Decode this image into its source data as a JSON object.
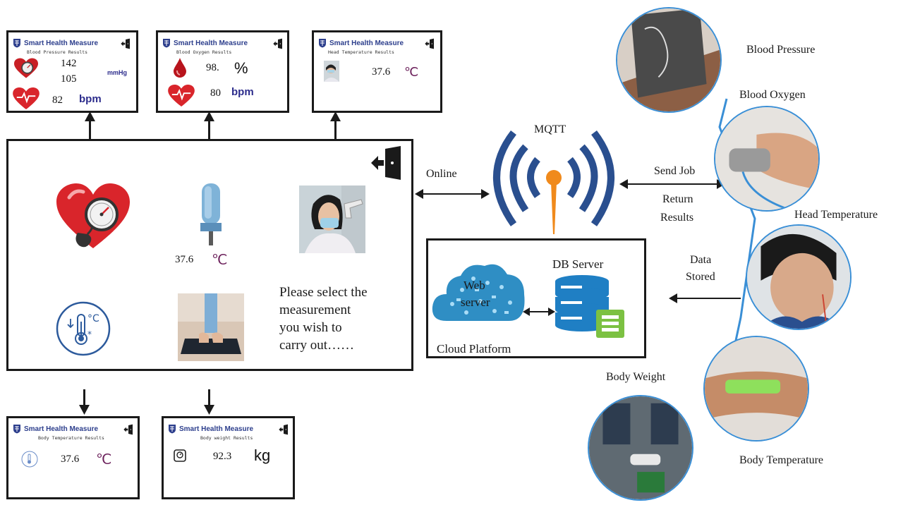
{
  "app": {
    "title": "Smart Health Measure"
  },
  "screens": {
    "blood_pressure": {
      "subtitle": "Blood Pressure Results",
      "systolic": "142",
      "diastolic": "105",
      "pressure_unit": "mmHg",
      "heart_rate": "82",
      "heart_unit": "bpm"
    },
    "blood_oxygen": {
      "subtitle": "Blood Oxygen Results",
      "spo2": "98.",
      "spo2_unit": "%",
      "heart_rate": "80",
      "heart_unit": "bpm"
    },
    "head_temperature": {
      "subtitle": "Head Temperature  Results",
      "temp": "37.6",
      "temp_unit": "℃"
    },
    "body_temperature": {
      "subtitle": "Body Temperature  Results",
      "temp": "37.6",
      "temp_unit": "℃"
    },
    "body_weight": {
      "subtitle": "Body weight  Results",
      "weight": "92.3",
      "weight_unit": "kg"
    }
  },
  "main_panel": {
    "temp_value": "37.6",
    "temp_unit": "℃",
    "prompt_lines": [
      "Please select the",
      "measurement",
      "you wish to",
      "carry out……"
    ]
  },
  "network": {
    "online": "Online",
    "mqtt": "MQTT",
    "send_job": "Send Job",
    "return_results_1": "Return",
    "return_results_2": "Results",
    "data_stored_1": "Data",
    "data_stored_2": "Stored"
  },
  "cloud": {
    "web_server_1": "Web",
    "web_server_2": "server",
    "db_server": "DB Server",
    "platform": "Cloud Platform"
  },
  "devices": {
    "blood_pressure": "Blood Pressure",
    "blood_oxygen": "Blood Oxygen",
    "head_temperature": "Head Temperature",
    "body_weight": "Body Weight",
    "body_temperature": "Body Temperature"
  },
  "colors": {
    "accent_blue": "#2c3e8c",
    "wifi_blue": "#2a4f8f",
    "antenna_orange": "#f08a1c",
    "heart_red": "#d9252b",
    "celsius_purple": "#6b1f5a",
    "ring_blue": "#3a8fd6"
  },
  "icons": [
    "shield-logo-icon",
    "exit-door-icon",
    "heart-gauge-icon",
    "blood-drop-icon",
    "heart-pulse-icon",
    "thermometer-icon",
    "pulse-oximeter-icon",
    "scale-icon",
    "wifi-mqtt-icon",
    "cloud-icon",
    "database-icon"
  ]
}
